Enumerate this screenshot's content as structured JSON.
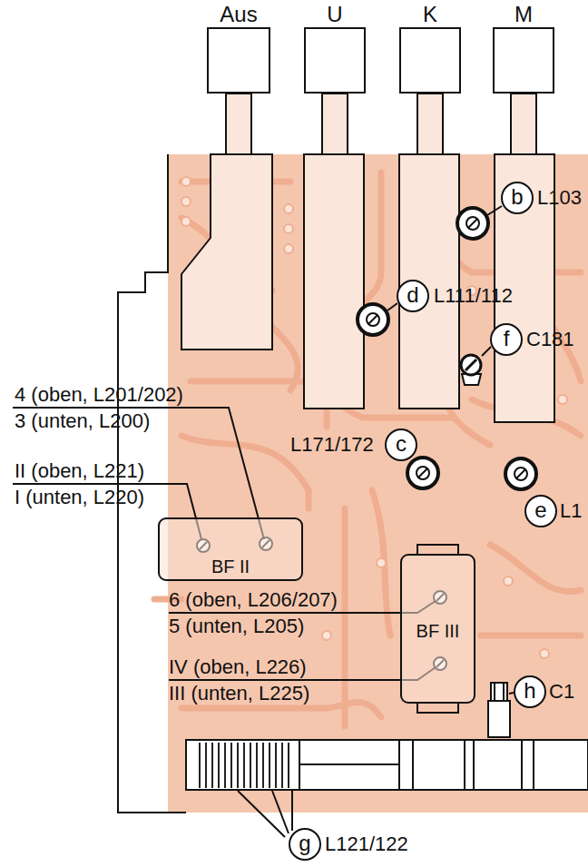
{
  "diagram": {
    "nodes": [
      {
        "text": [
          "Aus"
        ]
      },
      {
        "text": [
          "U"
        ]
      },
      {
        "text": [
          "K"
        ]
      },
      {
        "text": [
          "M"
        ]
      },
      {
        "text": [
          "b"
        ]
      },
      {
        "text": [
          "d"
        ]
      },
      {
        "text": [
          "f"
        ]
      },
      {
        "text": [
          "c"
        ]
      },
      {
        "text": [
          "e"
        ]
      },
      {
        "text": [
          "BF II"
        ]
      },
      {
        "text": [
          "BF III"
        ]
      },
      {
        "text": [
          "h"
        ]
      },
      {
        "text": [
          "g"
        ]
      }
    ],
    "labels": [
      "L103",
      "L111/112",
      "C181",
      "L171/172",
      "L1",
      "C1",
      "L121/122",
      "4 (oben, L201/202)",
      "3 (unten, L200)",
      "II (oben, L221)",
      "I (unten, L220)",
      "6 (oben, L206/207)",
      "5 (unten, L205)",
      "IV (oben, L226)",
      "III (unten, L225)"
    ]
  }
}
